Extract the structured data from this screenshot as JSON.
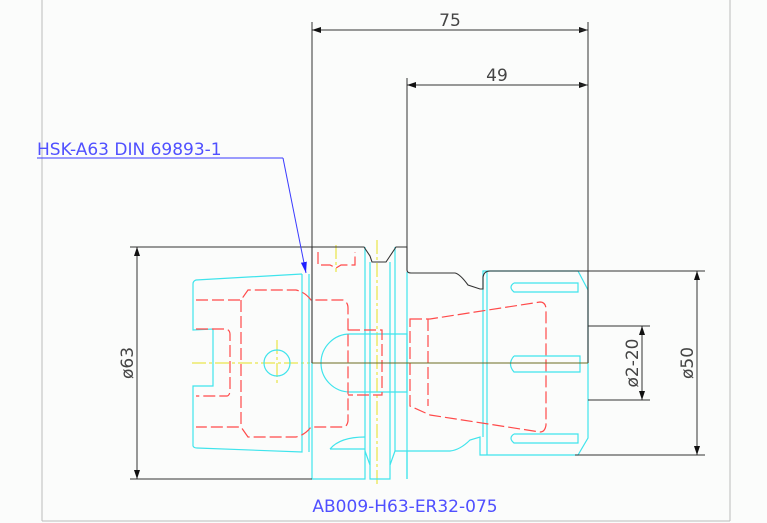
{
  "drawing": {
    "part_number": "AB009-H63-ER32-075",
    "callout": "HSK-A63 DIN 69893-1",
    "dimensions": {
      "overall_length": "75",
      "nose_length": "49",
      "flange_diameter": "ø63",
      "nut_diameter": "ø50",
      "clamping_range": "ø2-20"
    }
  },
  "colors": {
    "outline": "#333333",
    "hidden": "#ff4040",
    "section": "#30e0e8",
    "center": "#e0e020",
    "annotation": "#3030ff"
  }
}
